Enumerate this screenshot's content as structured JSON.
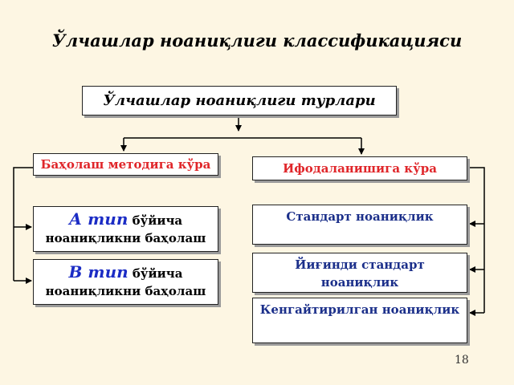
{
  "title": "Ўлчашлар ноаниқлиги классификацияси",
  "root": "Ўлчашлар ноаниқлиги турлари",
  "left_branch": {
    "label": "Баҳолаш методига кўра",
    "items": [
      {
        "strong": "А тип",
        "rest": " бўйича",
        "line2": "ноаниқликни баҳолаш"
      },
      {
        "strong": "В тип",
        "rest": " бўйича",
        "line2": "ноаниқликни баҳолаш"
      }
    ]
  },
  "right_branch": {
    "label": "Ифодаланишига кўра",
    "items": [
      {
        "line1": "Стандарт ноаниқлик",
        "line2": ""
      },
      {
        "line1": "Йиғинди стандарт",
        "line2": "ноаниқлик"
      },
      {
        "line1": "Кенгайтирилган ноаниқлик",
        "line2": ""
      }
    ]
  },
  "page_number": "18",
  "colors": {
    "category_text": "#e0262a",
    "type_letter": "#1b2cc5",
    "right_item_text": "#1b2f8a"
  }
}
